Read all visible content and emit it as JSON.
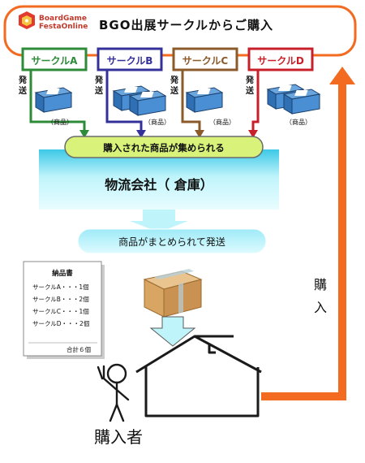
{
  "header": {
    "logo_line1": "BoardGame",
    "logo_line2": "FestaOnline",
    "title": "BGO出展サークルからご購入"
  },
  "circles": [
    {
      "label": "サークルA",
      "color": "#2e8b3a",
      "ship": "発送",
      "product": "（商品）"
    },
    {
      "label": "サークルB",
      "color": "#34309a",
      "ship": "発送",
      "product": "（商品）"
    },
    {
      "label": "サークルC",
      "color": "#8b5a2b",
      "ship": "発送",
      "product": "（商品）"
    },
    {
      "label": "サークルD",
      "color": "#c8202a",
      "ship": "発送",
      "product": "（商品）"
    }
  ],
  "warehouse": {
    "collect_label": "購入された商品が集められる",
    "name": "物流会社（ 倉庫）",
    "ship_label": "商品がまとめられて発送"
  },
  "invoice": {
    "title": "納品書",
    "lines": [
      "サークルA・・・1個",
      "サークルB・・・2個",
      "サークルC・・・1個",
      "サークルD・・・2個"
    ],
    "total": "合計６個"
  },
  "purchase_label": "購入",
  "buyer_label": "購入者",
  "colors": {
    "accent_orange": "#f26b21",
    "lime": "#d8f27a",
    "cyan_light": "#bff4fb",
    "cyan_dark": "#3cc8e6"
  }
}
